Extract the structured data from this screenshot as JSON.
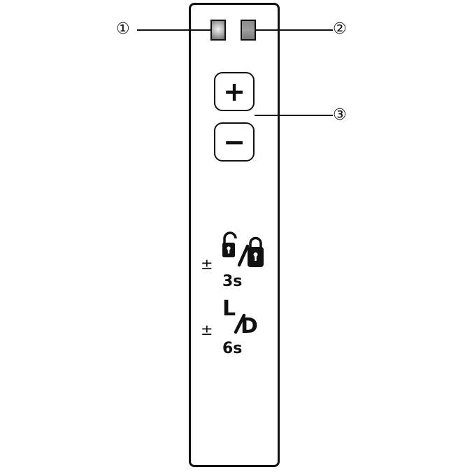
{
  "callouts": {
    "led1": "①",
    "led2": "②",
    "buttons": "③"
  },
  "buttons": {
    "plus_glyph": "+",
    "minus_glyph": "−"
  },
  "functions": [
    {
      "prefix": "±",
      "hold_time": "3s",
      "icon": "padlock-open-closed-icon"
    },
    {
      "prefix": "±",
      "hold_time": "6s",
      "icon": "light-dark-icon",
      "symbol_top": "L",
      "symbol_bottom": "D"
    }
  ]
}
